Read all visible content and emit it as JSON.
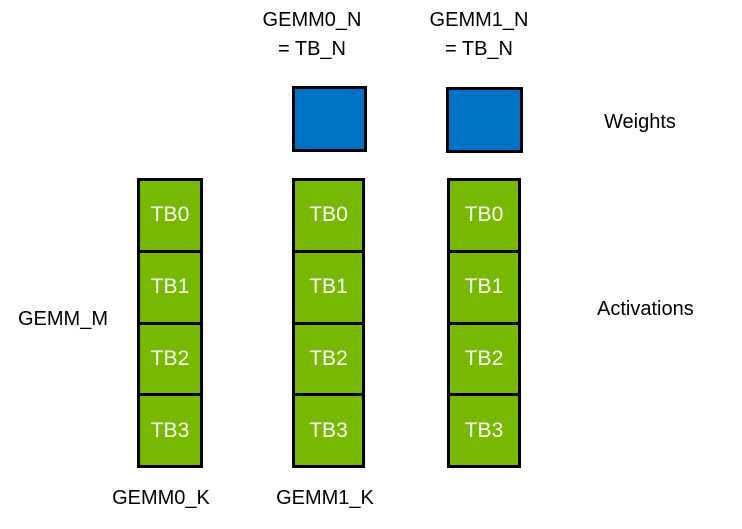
{
  "diagram": {
    "top_labels": [
      {
        "line1": "GEMM0_N",
        "line2": "= TB_N"
      },
      {
        "line1": "GEMM1_N",
        "line2": "= TB_N"
      }
    ],
    "weights_label": "Weights",
    "activations_label": "Activations",
    "gemm_m_label": "GEMM_M",
    "bottom_labels": [
      "GEMM0_K",
      "GEMM1_K"
    ],
    "weight_squares": [
      {
        "name": "gemm0-weight"
      },
      {
        "name": "gemm1-weight"
      }
    ],
    "columns": [
      {
        "blocks": [
          "TB0",
          "TB1",
          "TB2",
          "TB3"
        ]
      },
      {
        "blocks": [
          "TB0",
          "TB1",
          "TB2",
          "TB3"
        ]
      },
      {
        "blocks": [
          "TB0",
          "TB1",
          "TB2",
          "TB3"
        ]
      }
    ],
    "colors": {
      "weight_fill": "#0072C6",
      "activation_fill": "#76B900",
      "border": "#000000",
      "block_text": "#FFFFFF",
      "label_text": "#000000",
      "background": "#FFFFFF"
    }
  }
}
